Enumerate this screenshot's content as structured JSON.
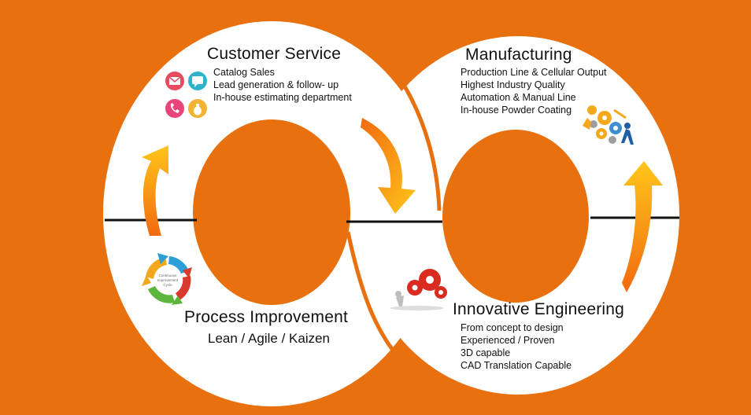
{
  "sections": {
    "customer_service": {
      "title": "Customer Service",
      "items": [
        "Catalog Sales",
        "Lead generation & follow- up",
        "In-house estimating department"
      ]
    },
    "manufacturing": {
      "title": "Manufacturing",
      "items": [
        "Production Line & Cellular Output",
        "Highest Industry Quality",
        "Automation & Manual Line",
        "In-house Powder Coating"
      ]
    },
    "process_improvement": {
      "title": "Process Improvement",
      "subtitle": "Lean / Agile / Kaizen"
    },
    "innovative_engineering": {
      "title": "Innovative Engineering",
      "items": [
        "From concept to design",
        "Experienced / Proven",
        "3D capable",
        "CAD Translation Capable"
      ]
    }
  },
  "cycle_diagram": {
    "center_lines": [
      "Continuous",
      "Improvement",
      "Cycle"
    ]
  },
  "colors": {
    "background": "#E8700E",
    "ring": "#FFFFFF",
    "arrow_light": "#FFC21A",
    "arrow_dark": "#F07A12",
    "divider": "#111111"
  },
  "icons": [
    "mail-icon",
    "chat-icon",
    "phone-icon",
    "money-bag-icon",
    "gears-workers-icon",
    "gears-pushing-icon",
    "improvement-cycle-icon"
  ]
}
